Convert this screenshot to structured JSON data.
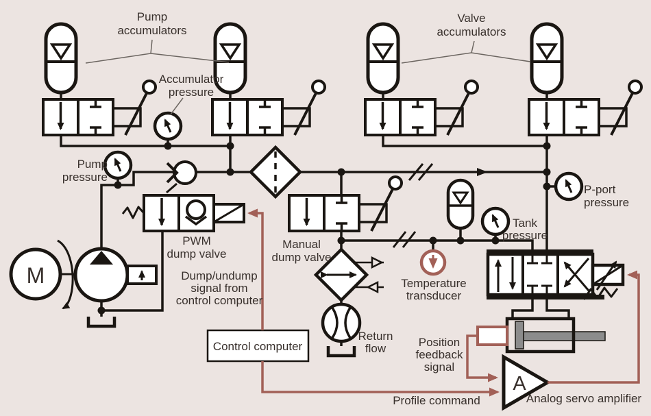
{
  "figure": {
    "type": "hydraulic-circuit-schematic",
    "description": "Hydraulic power unit schematic with pump and valve accumulators, dump valves, servo valve, cylinder and control electronics"
  },
  "colors": {
    "background": "#ece4e1",
    "diagram_line": "#1a1612",
    "signal_line": "#a26057",
    "component_fill": "#ffffff",
    "metal_gray": "#8c8c8c",
    "text": "#38302c",
    "leader_line": "#6b6560"
  },
  "labels": {
    "pump_accumulators": {
      "lines": [
        "Pump",
        "accumulators"
      ]
    },
    "valve_accumulators": {
      "lines": [
        "Valve",
        "accumulators"
      ]
    },
    "accumulator_pressure": {
      "lines": [
        "Accumulator",
        "pressure"
      ]
    },
    "pump_pressure": {
      "lines": [
        "Pump",
        "pressure"
      ]
    },
    "pwm_dump_valve": {
      "lines": [
        "PWM",
        "dump valve"
      ]
    },
    "manual_dump_valve": {
      "lines": [
        "Manual",
        "dump valve"
      ]
    },
    "dump_undump_signal": {
      "lines": [
        "Dump/undump",
        "signal from",
        "control computer"
      ]
    },
    "control_computer": "Control computer",
    "return_flow": {
      "lines": [
        "Return",
        "flow"
      ]
    },
    "temperature_transducer": {
      "lines": [
        "Temperature",
        "transducer"
      ]
    },
    "tank_pressure": {
      "lines": [
        "Tank",
        "pressure"
      ]
    },
    "p_port_pressure": {
      "lines": [
        "P-port",
        "pressure"
      ]
    },
    "position_feedback_signal": {
      "lines": [
        "Position",
        "feedback",
        "signal"
      ]
    },
    "analog_servo_amplifier": "Analog servo amplifier",
    "profile_command": "Profile command",
    "motor_letter": "M",
    "amplifier_letter": "A"
  },
  "symbols": [
    "accumulator x4",
    "lever-isolation-valve x4",
    "pressure-gauge x4",
    "check-valve",
    "filter",
    "pwm-dump-valve-solenoid",
    "manual-dump-valve",
    "heat-exchanger",
    "flow-meter",
    "tank x2",
    "motor",
    "variable-pump",
    "tank-line-accumulator",
    "temperature-transducer",
    "servo-valve",
    "cylinder-with-feedback-transducer",
    "servo-amplifier",
    "control-computer-box"
  ]
}
